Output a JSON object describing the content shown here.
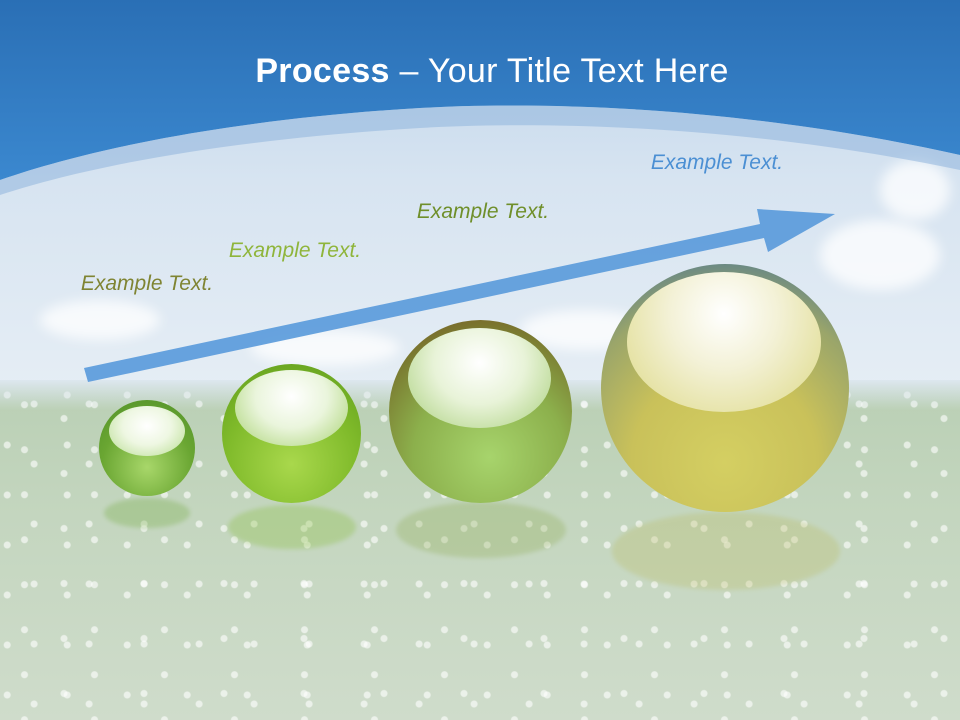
{
  "slide": {
    "title_bold": "Process",
    "title_rest": " – Your Title Text Here"
  },
  "steps": [
    {
      "label": "Example Text."
    },
    {
      "label": "Example Text."
    },
    {
      "label": "Example Text."
    },
    {
      "label": "Example Text."
    }
  ],
  "colors": {
    "header_blue": "#2f7cc4",
    "arrow_blue": "#5b9bdb",
    "sphere1": "#6aa632",
    "sphere2": "#7fba2a",
    "sphere3": "#8a9a3a",
    "sphere4": "#c9c15a"
  }
}
